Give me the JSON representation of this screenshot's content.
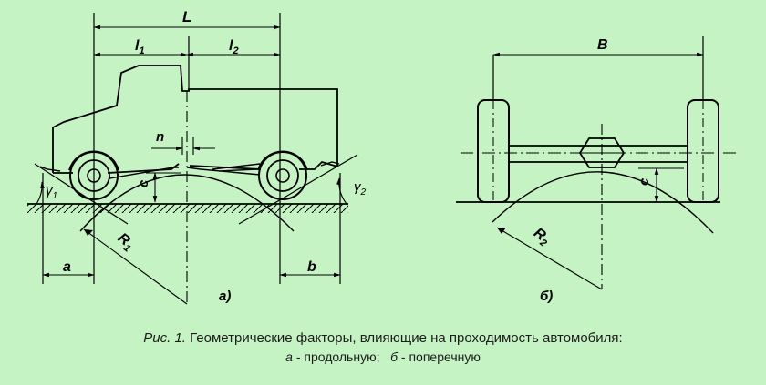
{
  "figure": {
    "labels": {
      "L": "L",
      "l1": "l",
      "l1_sub": "1",
      "l2": "l",
      "l2_sub": "2",
      "n": "n",
      "c": "c",
      "gamma1": "γ",
      "gamma1_sub": "1",
      "gamma2": "γ",
      "gamma2_sub": "2",
      "R1": "R",
      "R1_sub": "1",
      "R2": "R",
      "R2_sub": "2",
      "a": "a",
      "b": "b",
      "B": "B",
      "part_a": "а)",
      "part_b": "б)"
    },
    "caption": {
      "prefix": "Рис. 1.",
      "title": "Геометрические факторы, влияющие на проходимость автомобиля:",
      "item_a_letter": "а",
      "item_a_text": "- продольную;",
      "item_b_letter": "б",
      "item_b_text": "- поперечную"
    }
  }
}
